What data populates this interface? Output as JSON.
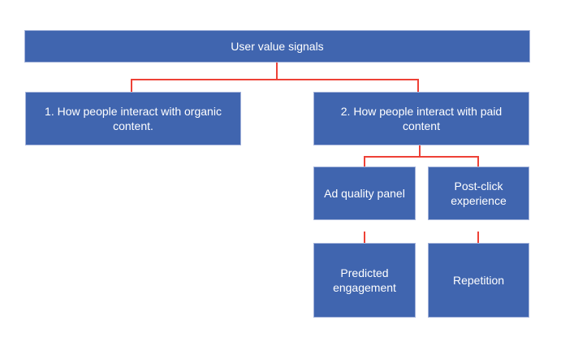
{
  "diagram": {
    "colors": {
      "background": "#ffffff",
      "node_fill": "#4065af",
      "node_border": "#a3b2da",
      "node_text": "#ffffff",
      "connector": "#ee4136"
    },
    "nodes": {
      "root": "User value signals",
      "organic": "1. How people interact with organic content.",
      "paid": "2. How people interact with paid content",
      "ad_quality": "Ad quality panel",
      "post_click": "Post-click experience",
      "predicted": "Predicted engagement",
      "repetition": "Repetition"
    }
  }
}
